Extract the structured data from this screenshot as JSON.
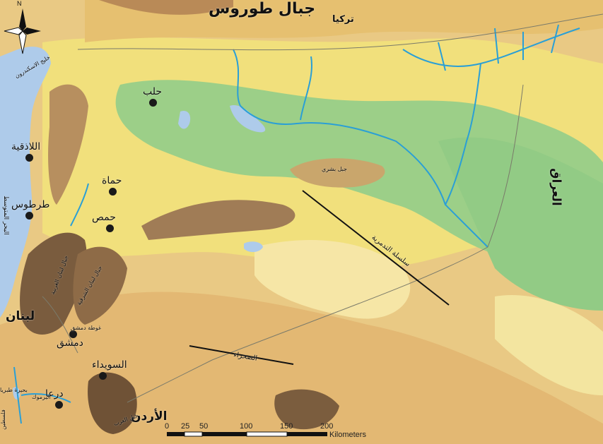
{
  "map": {
    "mountains_taurus": "جبال طوروس",
    "turkey": "تركيا",
    "iraq": "العراق",
    "lebanon": "لبنان",
    "jordan": "الأردن",
    "palestine": "فلسطين",
    "mediterranean": "البحر المتوسط",
    "alexandretta_gulf": "خليج الاسكندرون",
    "cities": [
      {
        "label": "حلب"
      },
      {
        "label": "اللاذقية"
      },
      {
        "label": "حماة"
      },
      {
        "label": "طرطوس"
      },
      {
        "label": "حمص"
      },
      {
        "label": "دمشق"
      },
      {
        "label": "السويداء"
      },
      {
        "label": "درعا"
      }
    ],
    "jabal_bishri": "جبل بشري",
    "jabal_arab": "جبل العرب",
    "ghouta": "غوطة دمشق",
    "lebanon_west": "جبال لبنان الغربية",
    "lebanon_east": "جبال لبنان الشرقية",
    "tadmur_range": "سلسلة التدمرية",
    "desert": "الصحراء",
    "yarmouk": "اليرموك",
    "tiberias": "بحيرة طبريا",
    "north_letter": "N",
    "scale": {
      "ticks": [
        "0",
        "25",
        "50",
        "100",
        "150",
        "200"
      ],
      "unit": "Kilometers"
    }
  },
  "colors": {
    "sea": "#aecbea",
    "green": "#96cf8a",
    "yellow": "#f0e07a",
    "tan": "#e6c27a",
    "brown": "#b48a5c",
    "river": "#2a9fd6"
  }
}
